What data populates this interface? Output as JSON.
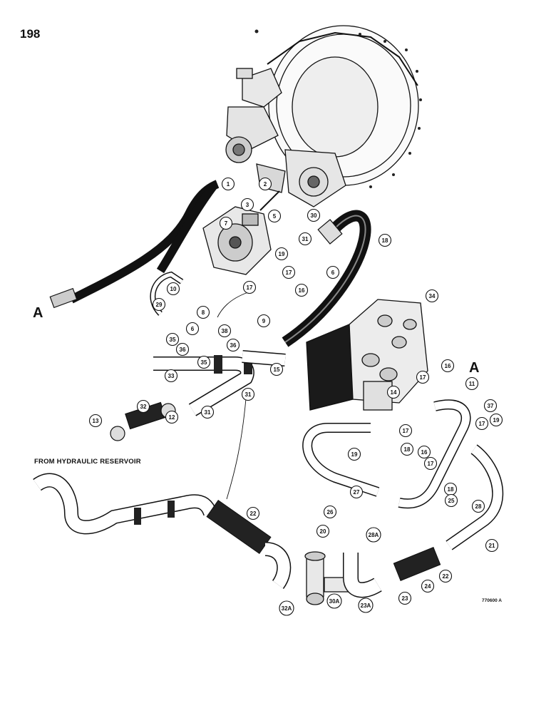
{
  "page_number": "198",
  "reservoir_label": "FROM HYDRAULIC RESERVOIR",
  "drawing_number": "770600 A",
  "connection_letter_left": "A",
  "connection_letter_right": "A",
  "callouts": [
    "1",
    "2",
    "3",
    "5",
    "7",
    "10",
    "29",
    "31",
    "30",
    "18",
    "19",
    "17",
    "6",
    "17",
    "16",
    "9",
    "8",
    "6",
    "38",
    "34",
    "35",
    "36",
    "36",
    "35",
    "33",
    "31",
    "15",
    "16",
    "17",
    "11",
    "14",
    "37",
    "32",
    "31",
    "12",
    "13",
    "17",
    "19",
    "18",
    "16",
    "17",
    "17",
    "19",
    "18",
    "25",
    "28",
    "27",
    "26",
    "28A",
    "20",
    "22",
    "21",
    "22",
    "24",
    "23",
    "23A",
    "30A",
    "32A"
  ]
}
